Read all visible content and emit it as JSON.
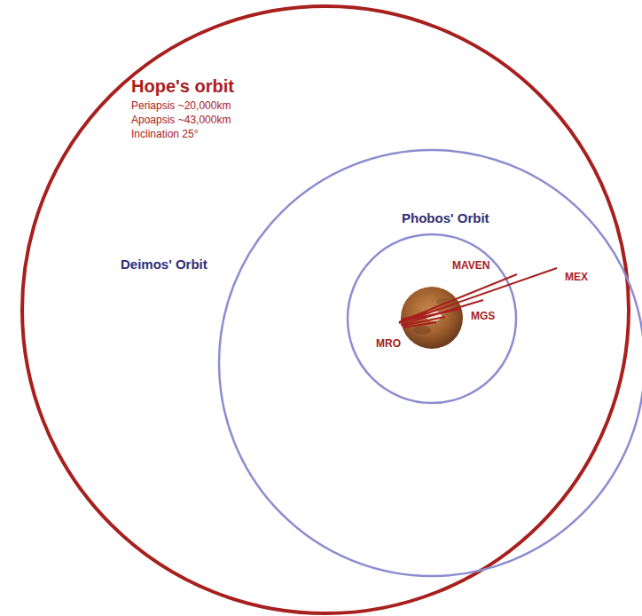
{
  "diagram": {
    "labels": [
      "Hope's orbit",
      "Periapsis ~20,000km",
      "Apoapsis ~43,000km",
      "Inclination 25°",
      "Phobos' Orbit",
      "Deimos' Orbit",
      "MAVEN",
      "MEX",
      "MGS",
      "MRO"
    ]
  }
}
